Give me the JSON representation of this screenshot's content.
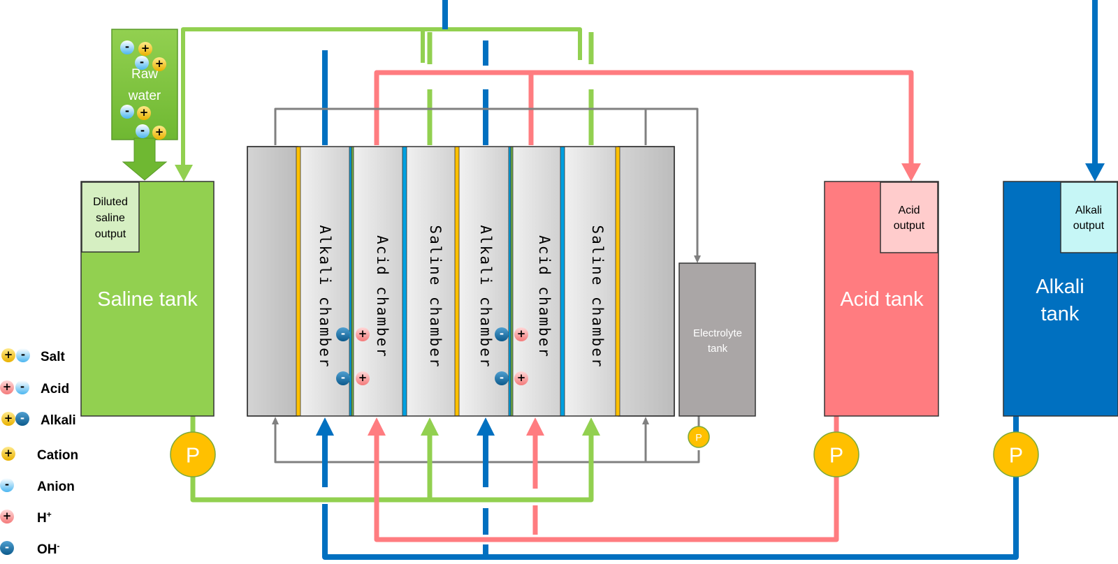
{
  "colors": {
    "saline": "#92d050",
    "saline_light": "#d6efc2",
    "acid": "#ff7c80",
    "acid_light": "#ffcccc",
    "alkali": "#0070c0",
    "alkali_light": "#c6f6f6",
    "electrolyte": "#aaa6a6",
    "pipe_gray": "#808080",
    "pump": "#ffc000",
    "membrane_yellow": "#ffc000",
    "membrane_blue": "#00a0e0",
    "membrane_green": "#70ad47"
  },
  "raw_water": {
    "label_line1": "Raw",
    "label_line2": "water"
  },
  "saline_tank": {
    "title": "Saline tank",
    "output_line1": "Diluted",
    "output_line2": "saline",
    "output_line3": "output"
  },
  "acid_tank": {
    "title": "Acid tank",
    "output_line1": "Acid",
    "output_line2": "output"
  },
  "alkali_tank": {
    "title_line1": "Alkali",
    "title_line2": "tank",
    "output_line1": "Alkali",
    "output_line2": "output"
  },
  "electrolyte_tank": {
    "title_line1": "Electrolyte",
    "title_line2": "tank"
  },
  "pump_label": "P",
  "chambers": [
    "Alkali chamber",
    "Acid chamber",
    "Saline chamber",
    "Alkali chamber",
    "Acid chamber",
    "Saline chamber"
  ],
  "ion_signs": {
    "plus": "+",
    "minus": "-"
  },
  "legend": [
    {
      "label": "Salt",
      "icon": "salt-ion-pair-icon"
    },
    {
      "label": "Acid",
      "icon": "acid-ion-pair-icon"
    },
    {
      "label": "Alkali",
      "icon": "alkali-ion-pair-icon"
    },
    {
      "label": "Cation",
      "icon": "cation-icon"
    },
    {
      "label": "Anion",
      "icon": "anion-icon"
    },
    {
      "label": "H",
      "superscript": "+",
      "icon": "proton-icon"
    },
    {
      "label": "OH",
      "superscript": "-",
      "icon": "hydroxide-icon"
    }
  ]
}
